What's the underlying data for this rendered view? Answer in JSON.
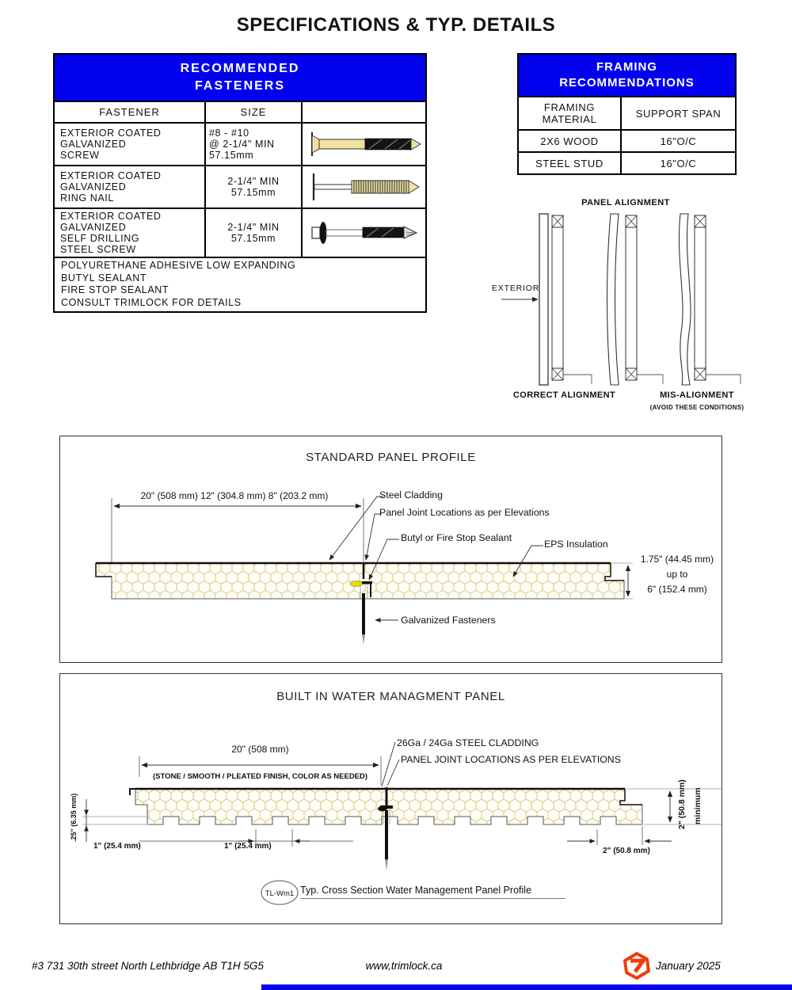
{
  "page": {
    "title": "SPECIFICATIONS & TYP. DETAILS"
  },
  "fasteners_table": {
    "title": "RECOMMENDED\nFASTENERS",
    "col_fastener": "FASTENER",
    "col_size": "SIZE",
    "rows": [
      {
        "name": "EXTERIOR COATED\nGALVANIZED\nSCREW",
        "size": "#8 - #10\n@ 2-1/4\" MIN\n57.15mm",
        "icon": "flat-head-screw"
      },
      {
        "name": "EXTERIOR COATED\nGALVANIZED\nRING NAIL",
        "size": "2-1/4\" MIN\n57.15mm",
        "icon": "ring-nail"
      },
      {
        "name": "EXTERIOR COATED\nGALVANIZED\nSELF DRILLING\nSTEEL SCREW",
        "size": "2-1/4\" MIN\n57.15mm",
        "icon": "self-drilling-screw"
      }
    ],
    "notes": "POLYURETHANE ADHESIVE LOW EXPANDING\nBUTYL SEALANT\nFIRE STOP SEALANT\nCONSULT TRIMLOCK FOR DETAILS"
  },
  "framing_table": {
    "title": "FRAMING\nRECOMMENDATIONS",
    "col_material": "FRAMING\nMATERIAL",
    "col_span": "SUPPORT SPAN",
    "rows": [
      {
        "material": "2X6 WOOD",
        "span": "16\"O/C"
      },
      {
        "material": "STEEL STUD",
        "span": "16\"O/C"
      }
    ]
  },
  "alignment": {
    "title": "PANEL ALIGNMENT",
    "exterior_label": "EXTERIOR",
    "correct_label": "CORRECT ALIGNMENT",
    "mis_label": "MIS-ALIGNMENT",
    "avoid_label": "(AVOID THESE CONDITIONS)"
  },
  "standard_profile": {
    "title": "STANDARD PANEL PROFILE",
    "width_dim": "20\" (508 mm) 12\" (304.8 mm) 8\" (203.2 mm)",
    "label_cladding": "Steel Cladding",
    "label_joint": "Panel Joint Locations as per Elevations",
    "label_sealant": "Butyl or Fire Stop Sealant",
    "label_eps": "EPS Insulation",
    "label_fasteners": "Galvanized Fasteners",
    "thickness_dim": "1.75\" (44.45 mm)\nup to\n6\" (152.4 mm)"
  },
  "water_panel": {
    "title": "BUILT IN WATER MANAGMENT PANEL",
    "width_dim": "20\" (508 mm)",
    "finish_note": "(STONE / SMOOTH / PLEATED FINISH, COLOR AS NEEDED)",
    "label_cladding": "26Ga / 24Ga STEEL CLADDING",
    "label_joint": "PANEL JOINT LOCATIONS\nAS PER ELEVATIONS",
    "groove_depth_dim": ".25\" (6.35 mm)",
    "groove_dim_left": "1\" (25.4 mm)",
    "groove_dim_mid": "1\" (25.4 mm)",
    "edge_dim": "2\" (50.8 mm)",
    "thickness_dim": "2\" (50.8 mm)",
    "thickness_min": "minimum",
    "badge": "TL-Wm1",
    "caption": "Typ. Cross Section Water Management Panel Profile"
  },
  "footer": {
    "address": "#3 731 30th street North Lethbridge AB T1H 5G5",
    "website": "www,trimlock.ca",
    "date": "January 2025"
  },
  "colors": {
    "header_blue": "#0202ee",
    "logo_orange": "#f03c0c",
    "sealant_yellow": "#e8dc00",
    "foam_line": "#d7c47e"
  }
}
